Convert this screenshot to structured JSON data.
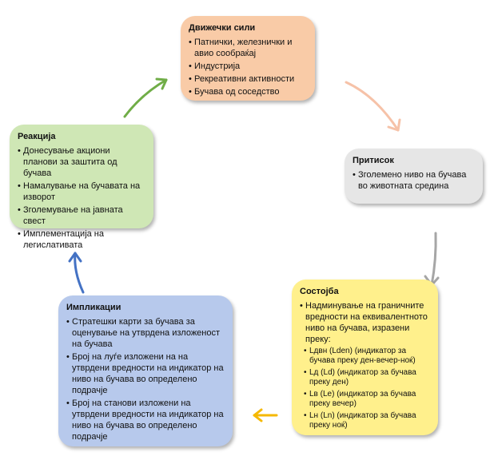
{
  "drivers": {
    "title": "Движечки сили",
    "items": [
      "Патнички, железнички и авио сообраќај",
      "Индустрија",
      "Рекреативни активности",
      "Бучава од соседство"
    ]
  },
  "pressure": {
    "title": "Притисок",
    "items": [
      "Зголемено ниво на бучава во животната средина"
    ]
  },
  "state": {
    "title": "Состојба",
    "items": [
      "Надминување на граничните вредности на еквивалентното ниво на бучава, изразени преку:"
    ],
    "subitems": [
      "Lдвн (Lden) (индикатор за бучава преку ден-вечер-ноќ)",
      "Lд (Ld) (индикатор за бучава преку ден)",
      "Lв (Le) (индикатор за бучава преку вечер)",
      "Lн (Ln) (индикатор за бучава преку ноќ)"
    ]
  },
  "implications": {
    "title": "Импликации",
    "items": [
      "Стратешки карти за бучава за оценување на утврдена изложеност на бучава",
      "Број на луѓе изложени на на утврдени вредности на индикатор на ниво на бучава во определено подрачје",
      "Број на станови изложени на утврдени вредности на индикатор на ниво на бучава во определено подрачје"
    ]
  },
  "response": {
    "title": "Реакција",
    "items": [
      "Донесување акциони планови за заштита од бучава",
      "Намалување на бучавата на изворот",
      "Зголемување на јавната свест",
      "Имплементација на легислативата"
    ]
  },
  "colors": {
    "drivers": "#f9cba7",
    "pressure": "#e6e6e6",
    "state": "#fff08c",
    "implications": "#b7c9ec",
    "response": "#cfe7b5",
    "arrow_drivers_to_pressure": "#f6c2a8",
    "arrow_pressure_to_state": "#a6a6a6",
    "arrow_state_to_implications": "#f5b800",
    "arrow_implications_to_response": "#4472c4",
    "arrow_response_to_drivers": "#70ad47"
  }
}
